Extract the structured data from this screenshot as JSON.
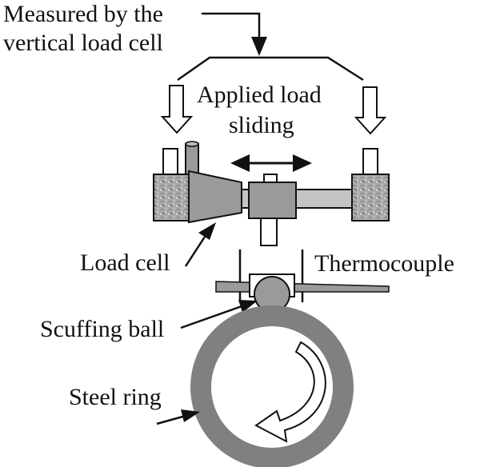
{
  "labels": {
    "measured_line1": "Measured by the",
    "measured_line2": "vertical load cell",
    "applied_line1": "Applied load",
    "applied_line2": "sliding",
    "load_cell": "Load cell",
    "thermocouple": "Thermocouple",
    "scuffing_ball": "Scuffing ball",
    "steel_ring": "Steel ring"
  },
  "colors": {
    "line": "#111111",
    "steel_ring": "#808080",
    "block_gray": "#9a9a9a",
    "light_gray": "#c4c4c4",
    "granite_base": "#a8a8a8"
  }
}
